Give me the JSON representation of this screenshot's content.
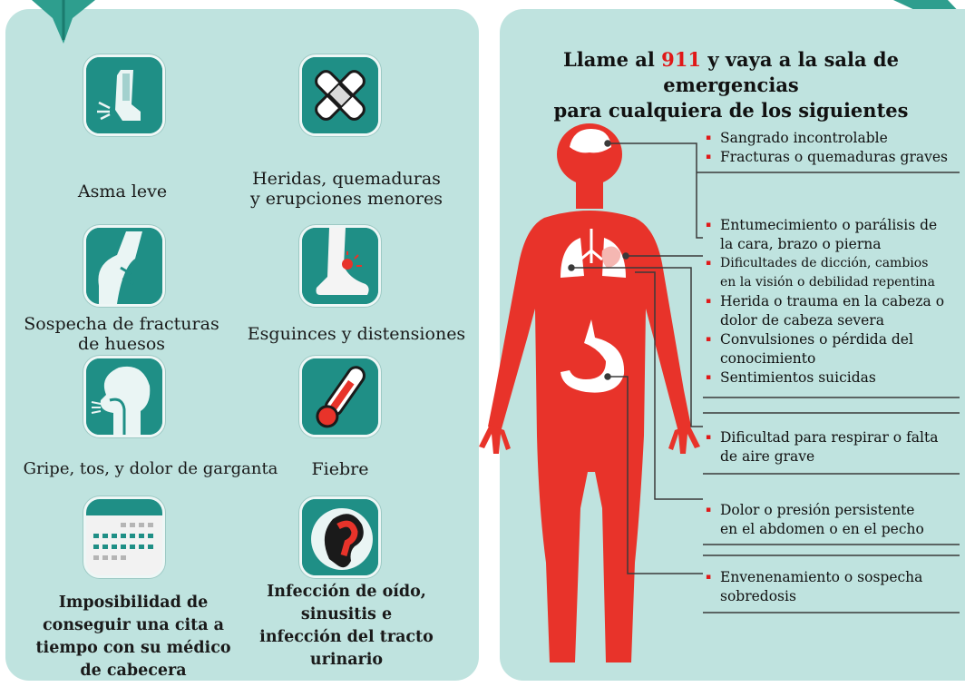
{
  "left": {
    "conditions": [
      {
        "label": "Asma leve",
        "icon": "inhaler-icon"
      },
      {
        "label": "Heridas, quemaduras\ny erupciones menores",
        "icon": "bandage-icon"
      },
      {
        "label": "Sospecha de fracturas\nde huesos",
        "icon": "bone-fracture-icon"
      },
      {
        "label": "Esguinces y distensiones",
        "icon": "sprained-ankle-icon"
      },
      {
        "label": "Gripe, tos, y dolor de garganta",
        "icon": "throat-icon"
      },
      {
        "label": "Fiebre",
        "icon": "thermometer-icon"
      },
      {
        "label": "Imposibilidad de\nconseguir una cita a\ntiempo con su médico\nde cabecera",
        "icon": "calendar-icon"
      },
      {
        "label": "Infección de oído,\nsinusitis e\ninfección del tracto\nurinario",
        "icon": "ear-icon"
      }
    ]
  },
  "right": {
    "title_part1": "Llame al ",
    "title_number": "911",
    "title_part2": " y vaya  a la sala de emergencias",
    "title_line2": "para cualquiera de los siguientes",
    "groups": [
      [
        "Sangrado incontrolable",
        "Fracturas o quemaduras graves"
      ],
      [
        "Entumecimiento o parálisis de",
        "la cara, brazo o pierna"
      ],
      [
        "Dificultades de dicción, cambios",
        "en la visión o debilidad repentina"
      ],
      [
        "Herida o trauma en la cabeza o",
        "dolor de cabeza severa"
      ],
      [
        "Convulsiones  o pérdida del",
        "conocimiento"
      ],
      [
        "Sentimientos suicidas"
      ],
      [
        "Dificultad para respirar o falta",
        "de aire grave"
      ],
      [
        "Dolor o presión persistente",
        "en el abdomen o en el pecho"
      ],
      [
        "Envenenamiento o sospecha",
        "sobredosis"
      ]
    ]
  },
  "colors": {
    "panel": "#bfe3df",
    "icon": "#1f8f86",
    "body": "#e8332a",
    "accent": "#e01818"
  }
}
